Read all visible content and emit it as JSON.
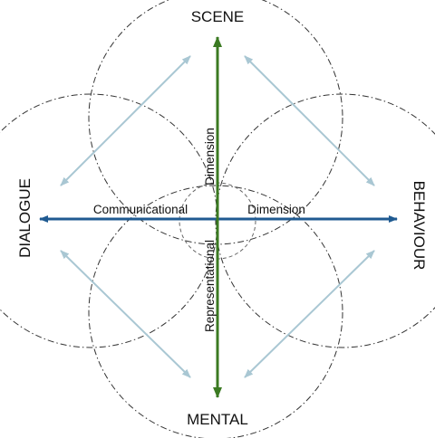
{
  "poles": {
    "top": "SCENE",
    "bottom": "MENTAL",
    "left": "DIALOGUE",
    "right": "BEHAVIOUR"
  },
  "axes": {
    "horizontal_left_label": "Communicational",
    "horizontal_right_label": "Dimension",
    "vertical_upper_label": "Dimension",
    "vertical_lower_label": "Representational"
  },
  "colors": {
    "horizontal_axis": "#1f5a91",
    "vertical_axis": "#3b7a22",
    "diagonal_arrows": "#a9c7d3",
    "outer_circles": "#333333",
    "inner_circle": "#666666"
  }
}
